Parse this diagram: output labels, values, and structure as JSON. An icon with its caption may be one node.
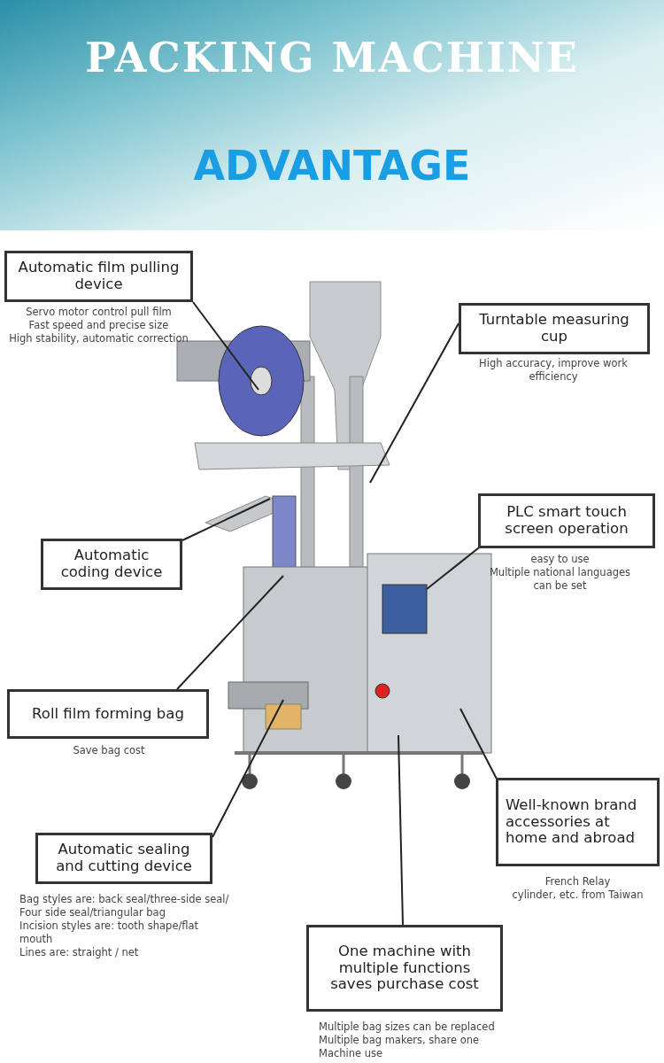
{
  "diagram": {
    "title": "PACKING MACHINE",
    "labels": [
      "ADVANTAGE"
    ],
    "nodes": [
      {
        "text": [
          "Automatic film pulling device"
        ],
        "beside": [
          "Servo motor control pull film",
          "Fast speed and precise size",
          "High stability, automatic correction"
        ]
      },
      {
        "text": [
          "Turntable measuring cup"
        ],
        "beside": [
          "High accuracy, improve work efficiency"
        ]
      },
      {
        "text": [
          "Automatic coding device"
        ]
      },
      {
        "text": [
          "PLC smart touch screen operation"
        ],
        "beside": [
          "easy to use",
          "Multiple national languages can be set"
        ]
      },
      {
        "text": [
          "Roll film forming bag"
        ],
        "beside": [
          "Save bag cost"
        ]
      },
      {
        "text": [
          "Automatic sealing and cutting device"
        ],
        "beside": [
          "Bag styles are: back seal/three-side seal/ Four side seal/triangular bag",
          "Incision styles are: tooth shape/flat mouth",
          "Lines are: straight / net"
        ]
      },
      {
        "text": [
          "Well-known brand accessories at home and abroad"
        ],
        "beside": [
          "French Relay",
          "cylinder, etc. from Taiwan"
        ]
      },
      {
        "text": [
          "One machine with multiple functions saves purchase cost"
        ],
        "beside": [
          "Multiple bag sizes can be replaced",
          "Multiple bag makers, share one Machine use"
        ]
      }
    ],
    "edges": [
      {
        "from": 0,
        "to": null,
        "arrow": "none"
      },
      {
        "from": 1,
        "to": null,
        "arrow": "none"
      },
      {
        "from": 2,
        "to": null,
        "arrow": "none"
      },
      {
        "from": 3,
        "to": null,
        "arrow": "none"
      },
      {
        "from": 4,
        "to": null,
        "arrow": "none"
      },
      {
        "from": 5,
        "to": null,
        "arrow": "none"
      },
      {
        "from": 6,
        "to": null,
        "arrow": "none"
      },
      {
        "from": 7,
        "to": null,
        "arrow": "none"
      }
    ]
  }
}
